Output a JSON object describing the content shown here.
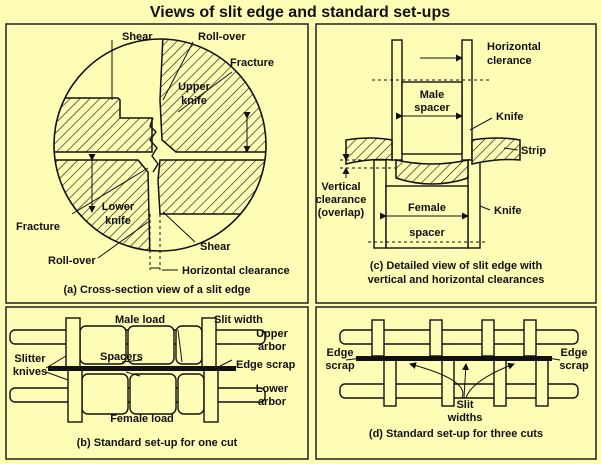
{
  "title": "Views of slit edge and standard set-ups",
  "panel_a": {
    "caption": "(a) Cross-section view of a slit edge",
    "labels": {
      "shear_top": "Shear",
      "rollover_top": "Roll-over",
      "upper_knife": [
        "Upper",
        "knife"
      ],
      "fracture_right": "Fracture",
      "lower_knife": [
        "Lower",
        "knife"
      ],
      "fracture_left": "Fracture",
      "rollover_bottom": "Roll-over",
      "shear_bottom": "Shear",
      "horizontal_clearance": "Horizontal clearance"
    }
  },
  "panel_c": {
    "caption": [
      "(c) Detailed view of slit edge with",
      "vertical and horizontal clearances"
    ],
    "labels": {
      "horizontal_clearance": [
        "Horizontal",
        "clerance"
      ],
      "male_spacer": [
        "Male",
        "spacer"
      ],
      "knife_top": "Knife",
      "strip": "Strip",
      "vertical_clearance": [
        "Vertical",
        "clearance",
        "(overlap)"
      ],
      "female_spacer": [
        "Female",
        "spacer"
      ],
      "knife_bottom": "Knife"
    }
  },
  "panel_b": {
    "caption": "(b) Standard set-up for one cut",
    "labels": {
      "male_load": "Male load",
      "slit_width": "Slit width",
      "upper_arbor": [
        "Upper",
        "arbor"
      ],
      "slitter_knives": [
        "Slitter",
        "knives"
      ],
      "spacers": "Spacers",
      "edge_scrap": "Edge scrap",
      "lower_arbor": [
        "Lower",
        "arbor"
      ],
      "female_load": "Female load"
    }
  },
  "panel_d": {
    "caption": "(d) Standard set-up for three cuts",
    "labels": {
      "edge_scrap_left": [
        "Edge",
        "scrap"
      ],
      "edge_scrap_right": [
        "Edge",
        "scrap"
      ],
      "slit_widths": [
        "Slit",
        "widths"
      ]
    }
  }
}
